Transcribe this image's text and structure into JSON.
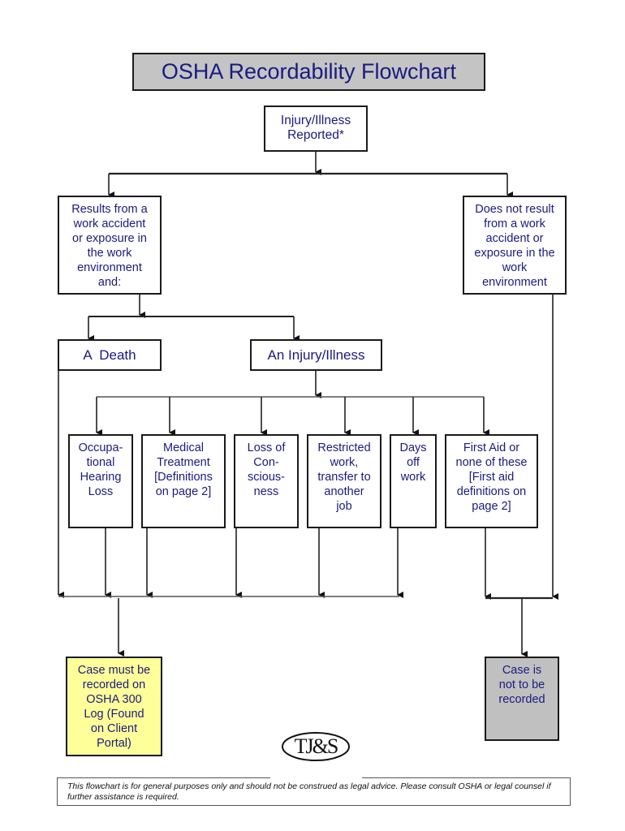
{
  "title": "OSHA Recordability Flowchart",
  "nodes": {
    "start": {
      "lines": [
        "Injury/Illness",
        "Reported*"
      ]
    },
    "work_related": {
      "lines": [
        "Results from a",
        "work accident",
        "or exposure in",
        "the work",
        "environment",
        "and:"
      ]
    },
    "not_work_related": {
      "lines": [
        "Does not result",
        "from a work",
        "accident or",
        "exposure in the",
        "work",
        "environment"
      ]
    },
    "death": {
      "label": "A  Death"
    },
    "injury_illness": {
      "label": "An Injury/Illness"
    },
    "hearing_loss": {
      "lines": [
        "Occupa-",
        "tional",
        "Hearing",
        "Loss"
      ]
    },
    "medical_treatment": {
      "lines": [
        "Medical",
        "Treatment",
        "[Definitions",
        "on page 2]"
      ]
    },
    "loss_of_consciousness": {
      "lines": [
        "Loss of",
        "Con-",
        "scious-",
        "ness"
      ]
    },
    "restricted_work": {
      "lines": [
        "Restricted",
        "work,",
        "transfer to",
        "another",
        "job"
      ]
    },
    "days_off": {
      "lines": [
        "Days",
        "off",
        "work"
      ]
    },
    "first_aid": {
      "lines": [
        "First Aid or",
        "none of these",
        "[First aid",
        "definitions on",
        "page 2]"
      ]
    },
    "recordable": {
      "lines": [
        "Case must be",
        "recorded on",
        "OSHA 300",
        "Log (Found",
        "on Client",
        "Portal)"
      ]
    },
    "not_recordable": {
      "lines": [
        "Case is",
        "not to be",
        "recorded"
      ]
    }
  },
  "logo": {
    "text": "TJ&S"
  },
  "disclaimer": "This flowchart is for general purposes only and should not be construed as legal advice.  Please consult OSHA or legal counsel if further assistance is required.",
  "colors": {
    "text": "#1a1a80",
    "title_bg": "#c4c4c4",
    "recordable_bg": "#ffff99",
    "not_recordable_bg": "#c0c0c0"
  }
}
